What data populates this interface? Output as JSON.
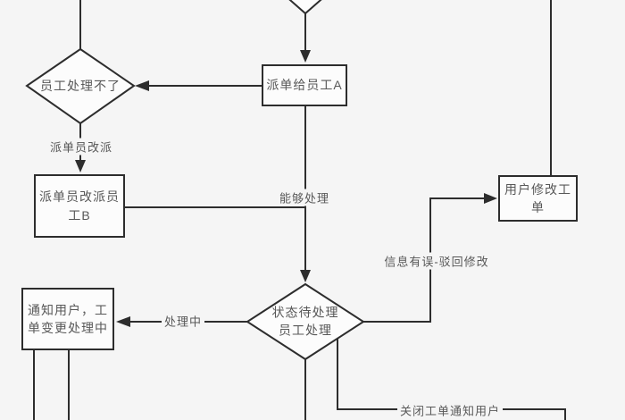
{
  "canvas": {
    "bg_color": "#f5f5f5",
    "line_color": "#2d2d2d",
    "node_fill": "#fcfcfc",
    "text_color": "#585858"
  },
  "nodes": {
    "dispatch_a": {
      "label": "派单给员工A"
    },
    "cannot_handle": {
      "label": "员工处理不了"
    },
    "reassign_b": {
      "label": "派单员改派员\n工B"
    },
    "status_pending": {
      "label": "状态待处理\n员工处理"
    },
    "notify_user": {
      "label": "通知用户，工\n单变更处理中"
    },
    "user_modify": {
      "label": "用户修改工\n单"
    }
  },
  "edge_labels": {
    "reassign": "派单员改派",
    "can_handle": "能够处理",
    "processing": "处理中",
    "info_error": "信息有误-驳回修改",
    "close_ticket": "关闭工单通知用户"
  }
}
